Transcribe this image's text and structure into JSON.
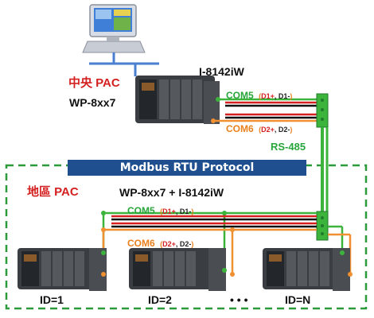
{
  "central": {
    "title": "中央 PAC",
    "model": "WP-8xx7",
    "module": "I-8142iW",
    "com5": {
      "name": "COM5",
      "pins_a": "D1+",
      "pins_b": "D1-"
    },
    "com6": {
      "name": "COM6",
      "pins_a": "D2+",
      "pins_b": "D2-"
    }
  },
  "bus": {
    "label": "RS-485"
  },
  "protocol": {
    "label": "Modbus RTU Protocol"
  },
  "remote": {
    "title": "地區 PAC",
    "model": "WP-8xx7 + I-8142iW",
    "com5": {
      "name": "COM5",
      "pins_a": "D1+",
      "pins_b": "D1-"
    },
    "com6": {
      "name": "COM6",
      "pins_a": "D2+",
      "pins_b": "D2-"
    },
    "nodes": [
      {
        "id_label": "ID=1"
      },
      {
        "id_label": "ID=2"
      },
      {
        "id_label": "ID=N"
      }
    ],
    "ellipsis": "• • •"
  },
  "colors": {
    "green_line": "#3cb43c",
    "orange_line": "#f09030",
    "red_wire": "#d62020",
    "black_wire": "#111111",
    "dashed_box": "#2a9a3a",
    "banner": "#1f4f8f",
    "network": "#4a7fd0"
  }
}
